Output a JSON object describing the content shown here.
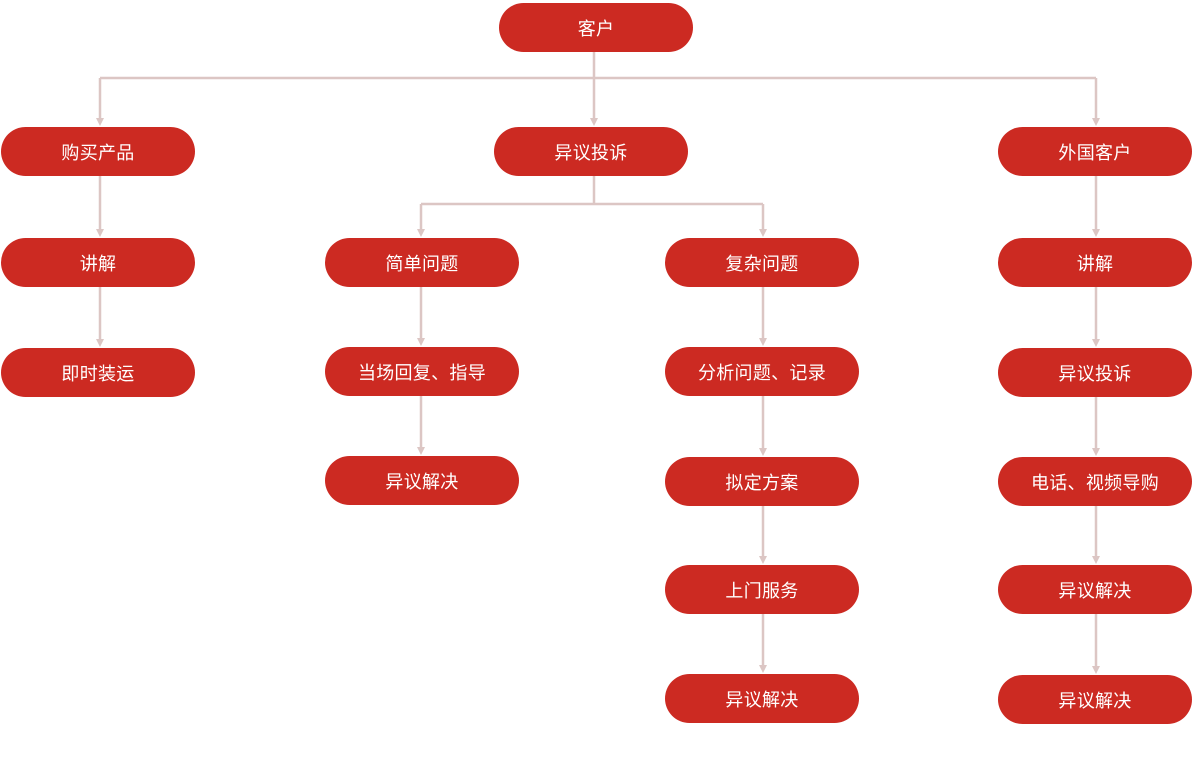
{
  "colors": {
    "node_fill": "#cc2a22",
    "node_text": "#ffffff",
    "connector": "#dcc6c4"
  },
  "nodes": {
    "root": "客户",
    "buy_product": "购买产品",
    "buy_explain": "讲解",
    "buy_ship": "即时装运",
    "objection": "异议投诉",
    "simple_problem": "简单问题",
    "simple_reply": "当场回复、指导",
    "simple_resolve": "异议解决",
    "complex_problem": "复杂问题",
    "complex_analyze": "分析问题、记录",
    "complex_plan": "拟定方案",
    "complex_visit": "上门服务",
    "complex_resolve": "异议解决",
    "foreign_customer": "外国客户",
    "foreign_explain": "讲解",
    "foreign_objection": "异议投诉",
    "foreign_video": "电话、视频导购",
    "foreign_resolve1": "异议解决",
    "foreign_resolve2": "异议解决"
  }
}
